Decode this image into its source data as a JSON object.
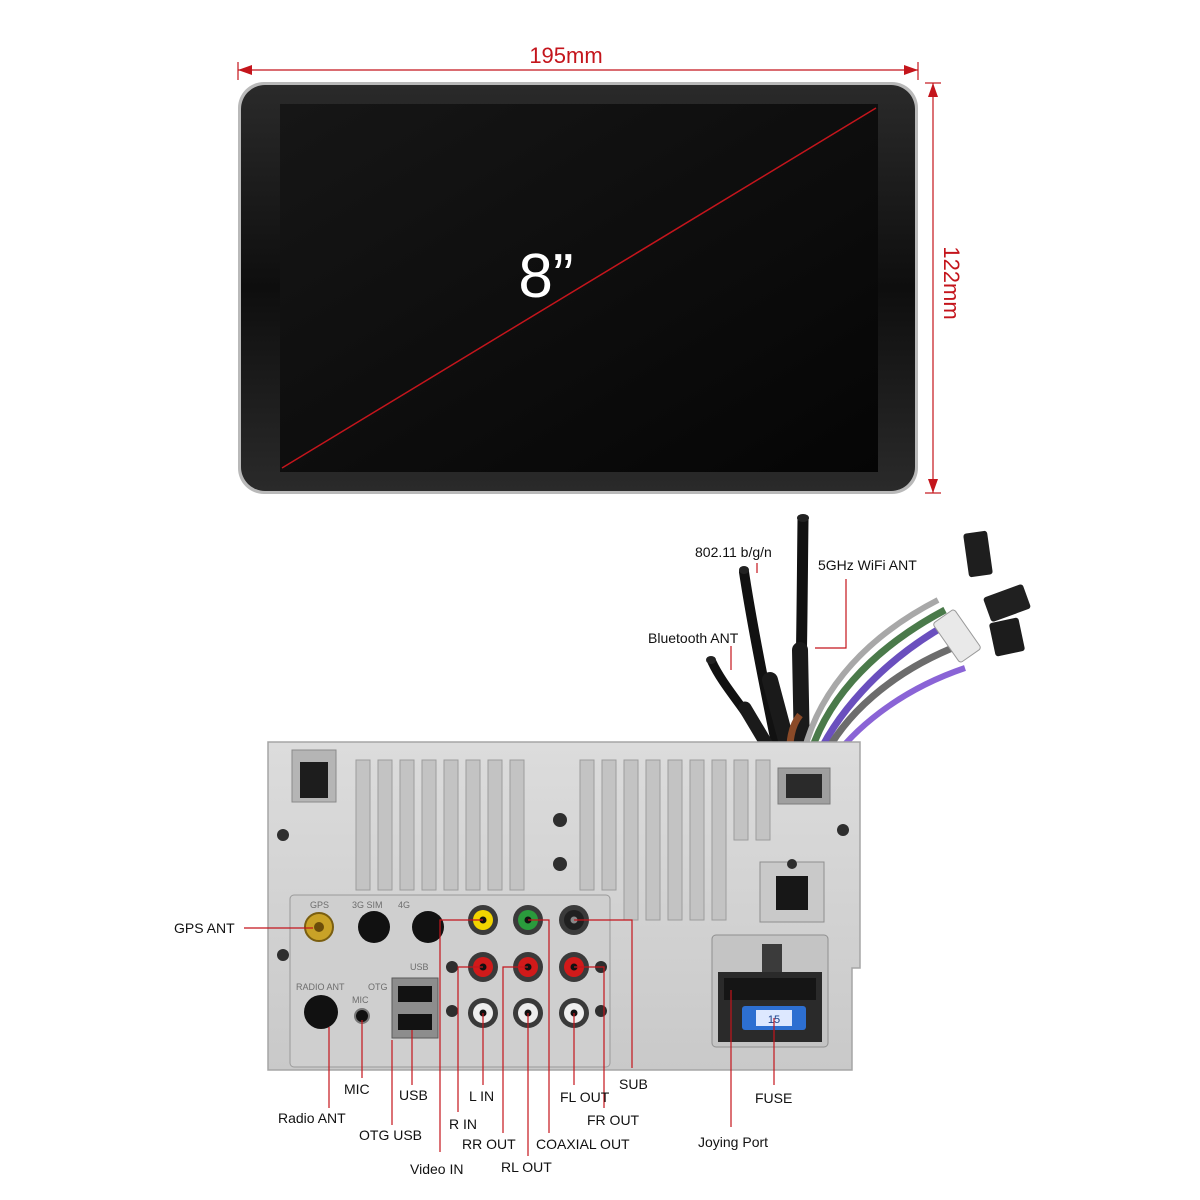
{
  "dimensions": {
    "width": "195mm",
    "height": "122mm",
    "diagonal": "8”"
  },
  "colors": {
    "dimension_line": "#c4151c",
    "screen": "#0c0c0c",
    "bezel": "#1c1c1c",
    "chassis": "#d6d6d6",
    "rca_yellow": "#f2d400",
    "rca_green": "#2a9b3c",
    "rca_red": "#d11a1a",
    "rca_white": "#eeeeee",
    "fuse_blue": "#2d6fd1"
  },
  "antenna_labels": {
    "wifi_24": "802.11 b/g/n",
    "wifi_5g": "5GHz WiFi ANT",
    "bluetooth": "Bluetooth ANT"
  },
  "port_labels": {
    "gps": "GPS ANT",
    "mic": "MIC",
    "radio": "Radio ANT",
    "usb": "USB",
    "otg": "OTG USB",
    "video_in": "Video IN",
    "l_in": "L IN",
    "r_in": "R IN",
    "rr_out": "RR OUT",
    "rl_out": "RL OUT",
    "coaxial": "COAXIAL OUT",
    "fl_out": "FL OUT",
    "fr_out": "FR OUT",
    "sub": "SUB",
    "fuse": "FUSE",
    "joying": "Joying Port"
  },
  "panel_print": {
    "gps": "GPS",
    "g3": "3G SIM",
    "g4": "4G",
    "radio": "RADIO ANT",
    "mic": "MIC",
    "otg": "OTG",
    "usb": "USB",
    "fuse_value": "15"
  }
}
